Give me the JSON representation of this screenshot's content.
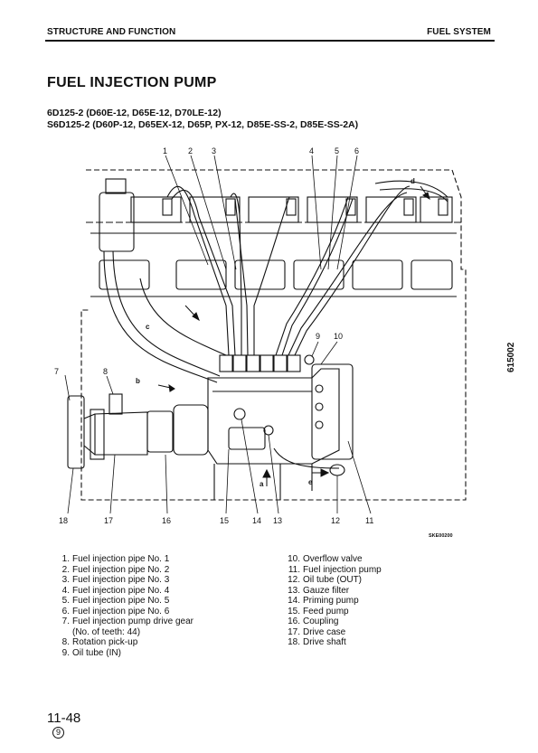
{
  "header": {
    "section": "STRUCTURE AND FUNCTION",
    "chapter": "FUEL SYSTEM"
  },
  "title": "FUEL INJECTION PUMP",
  "models": {
    "line1": "6D125-2 (D60E-12, D65E-12, D70LE-12)",
    "line2": "S6D125-2 (D60P-12, D65EX-12, D65P, PX-12, D85E-SS-2, D85E-SS-2A)"
  },
  "diagram": {
    "callouts_top": [
      "1",
      "2",
      "3",
      "4",
      "5",
      "6"
    ],
    "callouts_mid": [
      "9",
      "10",
      "7",
      "8"
    ],
    "callouts_bottom": [
      "18",
      "17",
      "16",
      "15",
      "14",
      "13",
      "12",
      "11"
    ],
    "flow_labels": [
      "a",
      "b",
      "c",
      "d",
      "e"
    ],
    "figure_code": "SKE00200",
    "side_code": "615002"
  },
  "legend": {
    "left": [
      {
        "num": "1.",
        "text": "Fuel injection pipe No. 1"
      },
      {
        "num": "2.",
        "text": "Fuel injection pipe No. 2"
      },
      {
        "num": "3.",
        "text": "Fuel injection pipe No. 3"
      },
      {
        "num": "4.",
        "text": "Fuel injection pipe No. 4"
      },
      {
        "num": "5.",
        "text": "Fuel injection pipe No. 5"
      },
      {
        "num": "6.",
        "text": "Fuel injection pipe No. 6"
      },
      {
        "num": "7.",
        "text": "Fuel injection pump drive gear",
        "sub": "(No. of teeth: 44)"
      },
      {
        "num": "8.",
        "text": "Rotation pick-up"
      },
      {
        "num": "9.",
        "text": "Oil tube (IN)"
      }
    ],
    "right": [
      {
        "num": "10.",
        "text": "Overflow valve"
      },
      {
        "num": "11.",
        "text": "Fuel injection pump"
      },
      {
        "num": "12.",
        "text": "Oil tube (OUT)"
      },
      {
        "num": "13.",
        "text": "Gauze filter"
      },
      {
        "num": "14.",
        "text": "Priming pump"
      },
      {
        "num": "15.",
        "text": "Feed pump"
      },
      {
        "num": "16.",
        "text": "Coupling"
      },
      {
        "num": "17.",
        "text": "Drive case"
      },
      {
        "num": "18.",
        "text": "Drive shaft"
      }
    ]
  },
  "footer": {
    "page": "11-48",
    "revision": "9"
  }
}
